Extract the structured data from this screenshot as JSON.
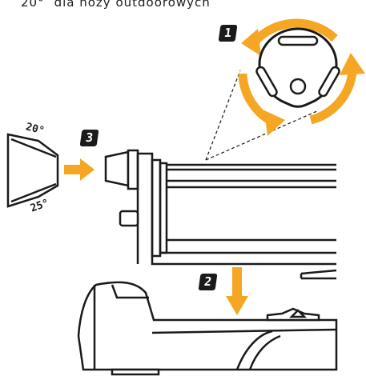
{
  "caption": {
    "angle_prefix": "20°",
    "text": "dla noży outdoorowych"
  },
  "steps": {
    "one": "1",
    "two": "2",
    "three": "3"
  },
  "angles": {
    "top": "20°",
    "bottom": "25°"
  },
  "colors": {
    "accent": "#f5a623",
    "ink": "#1a1a1a"
  }
}
